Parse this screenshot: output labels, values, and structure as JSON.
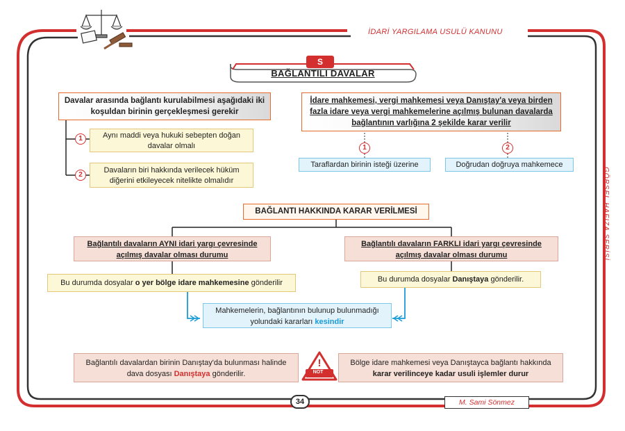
{
  "header": {
    "title": "İDARİ YARGILAMA USULÜ KANUNU",
    "side_series": "GÖRSEL HAFIZA SERİSİ",
    "logo_icon": "scales-gavel-icon"
  },
  "section": {
    "letter": "S",
    "title": "BAĞLANTILI DAVALAR"
  },
  "left_block": {
    "title_line1": "Davalar arasında bağlantı kurulabilmesi aşağıdaki iki",
    "title_line2": "koşuldan birinin gerçekleşmesi gerekir",
    "items": [
      {
        "num": "1",
        "line1": "Aynı maddi veya hukuki sebepten doğan",
        "line2": "davalar olmalı"
      },
      {
        "num": "2",
        "line1": "Davaların biri hakkında verilecek hüküm",
        "line2": "diğerini etkileyecek nitelikte olmalıdır"
      }
    ]
  },
  "right_block": {
    "title_line1": "İdare mahkemesi, vergi mahkemesi veya Danıştay'a veya birden",
    "title_line2": "fazla idare veya vergi mahkemelerine açılmış bulunan davalarda",
    "title_line3": "bağlantının varlığına 2 şekilde karar verilir",
    "items": [
      {
        "num": "1",
        "text": "Taraflardan birinin isteği üzerine"
      },
      {
        "num": "2",
        "text": "Doğrudan doğruya mahkemece"
      }
    ]
  },
  "decision": {
    "title": "BAĞLANTI HAKKINDA KARAR VERİLMESİ",
    "left_case_line1": "Bağlantılı davaların AYNI idari yargı çevresinde",
    "left_case_line2": "açılmış davalar olması durumu",
    "left_result_a": "Bu durumda dosyalar ",
    "left_result_b": "o yer bölge idare mahkemesine",
    "left_result_c": " gönderilir",
    "right_case_line1": "Bağlantılı davaların FARKLI idari yargı çevresinde",
    "right_case_line2": "açılmış davalar olması durumu",
    "right_result_a": "Bu durumda dosyalar ",
    "right_result_b": "Danıştaya",
    "right_result_c": " gönderilir.",
    "final_line1": "Mahkemelerin, bağlantının bulunup bulunmadığı",
    "final_line2a": "yolundaki kararları ",
    "final_line2b": "kesindir"
  },
  "notes": {
    "left_line1": "Bağlantılı davalardan birinin Danıştay'da bulunması halinde",
    "left_line2a": "dava dosyası ",
    "left_line2b": "Danıştaya",
    "left_line2c": " gönderilir.",
    "not_label": "NOT",
    "right_line1": "Bölge idare mahkemesi veya Danıştayca bağlantı hakkında",
    "right_line2": "karar verilinceye kadar usuli işlemler durur"
  },
  "footer": {
    "page": "34",
    "author": "M. Sami Sönmez"
  },
  "colors": {
    "accent": "#d32f2f",
    "orange": "#e56b2c",
    "link_blue": "#1a9bd7"
  }
}
